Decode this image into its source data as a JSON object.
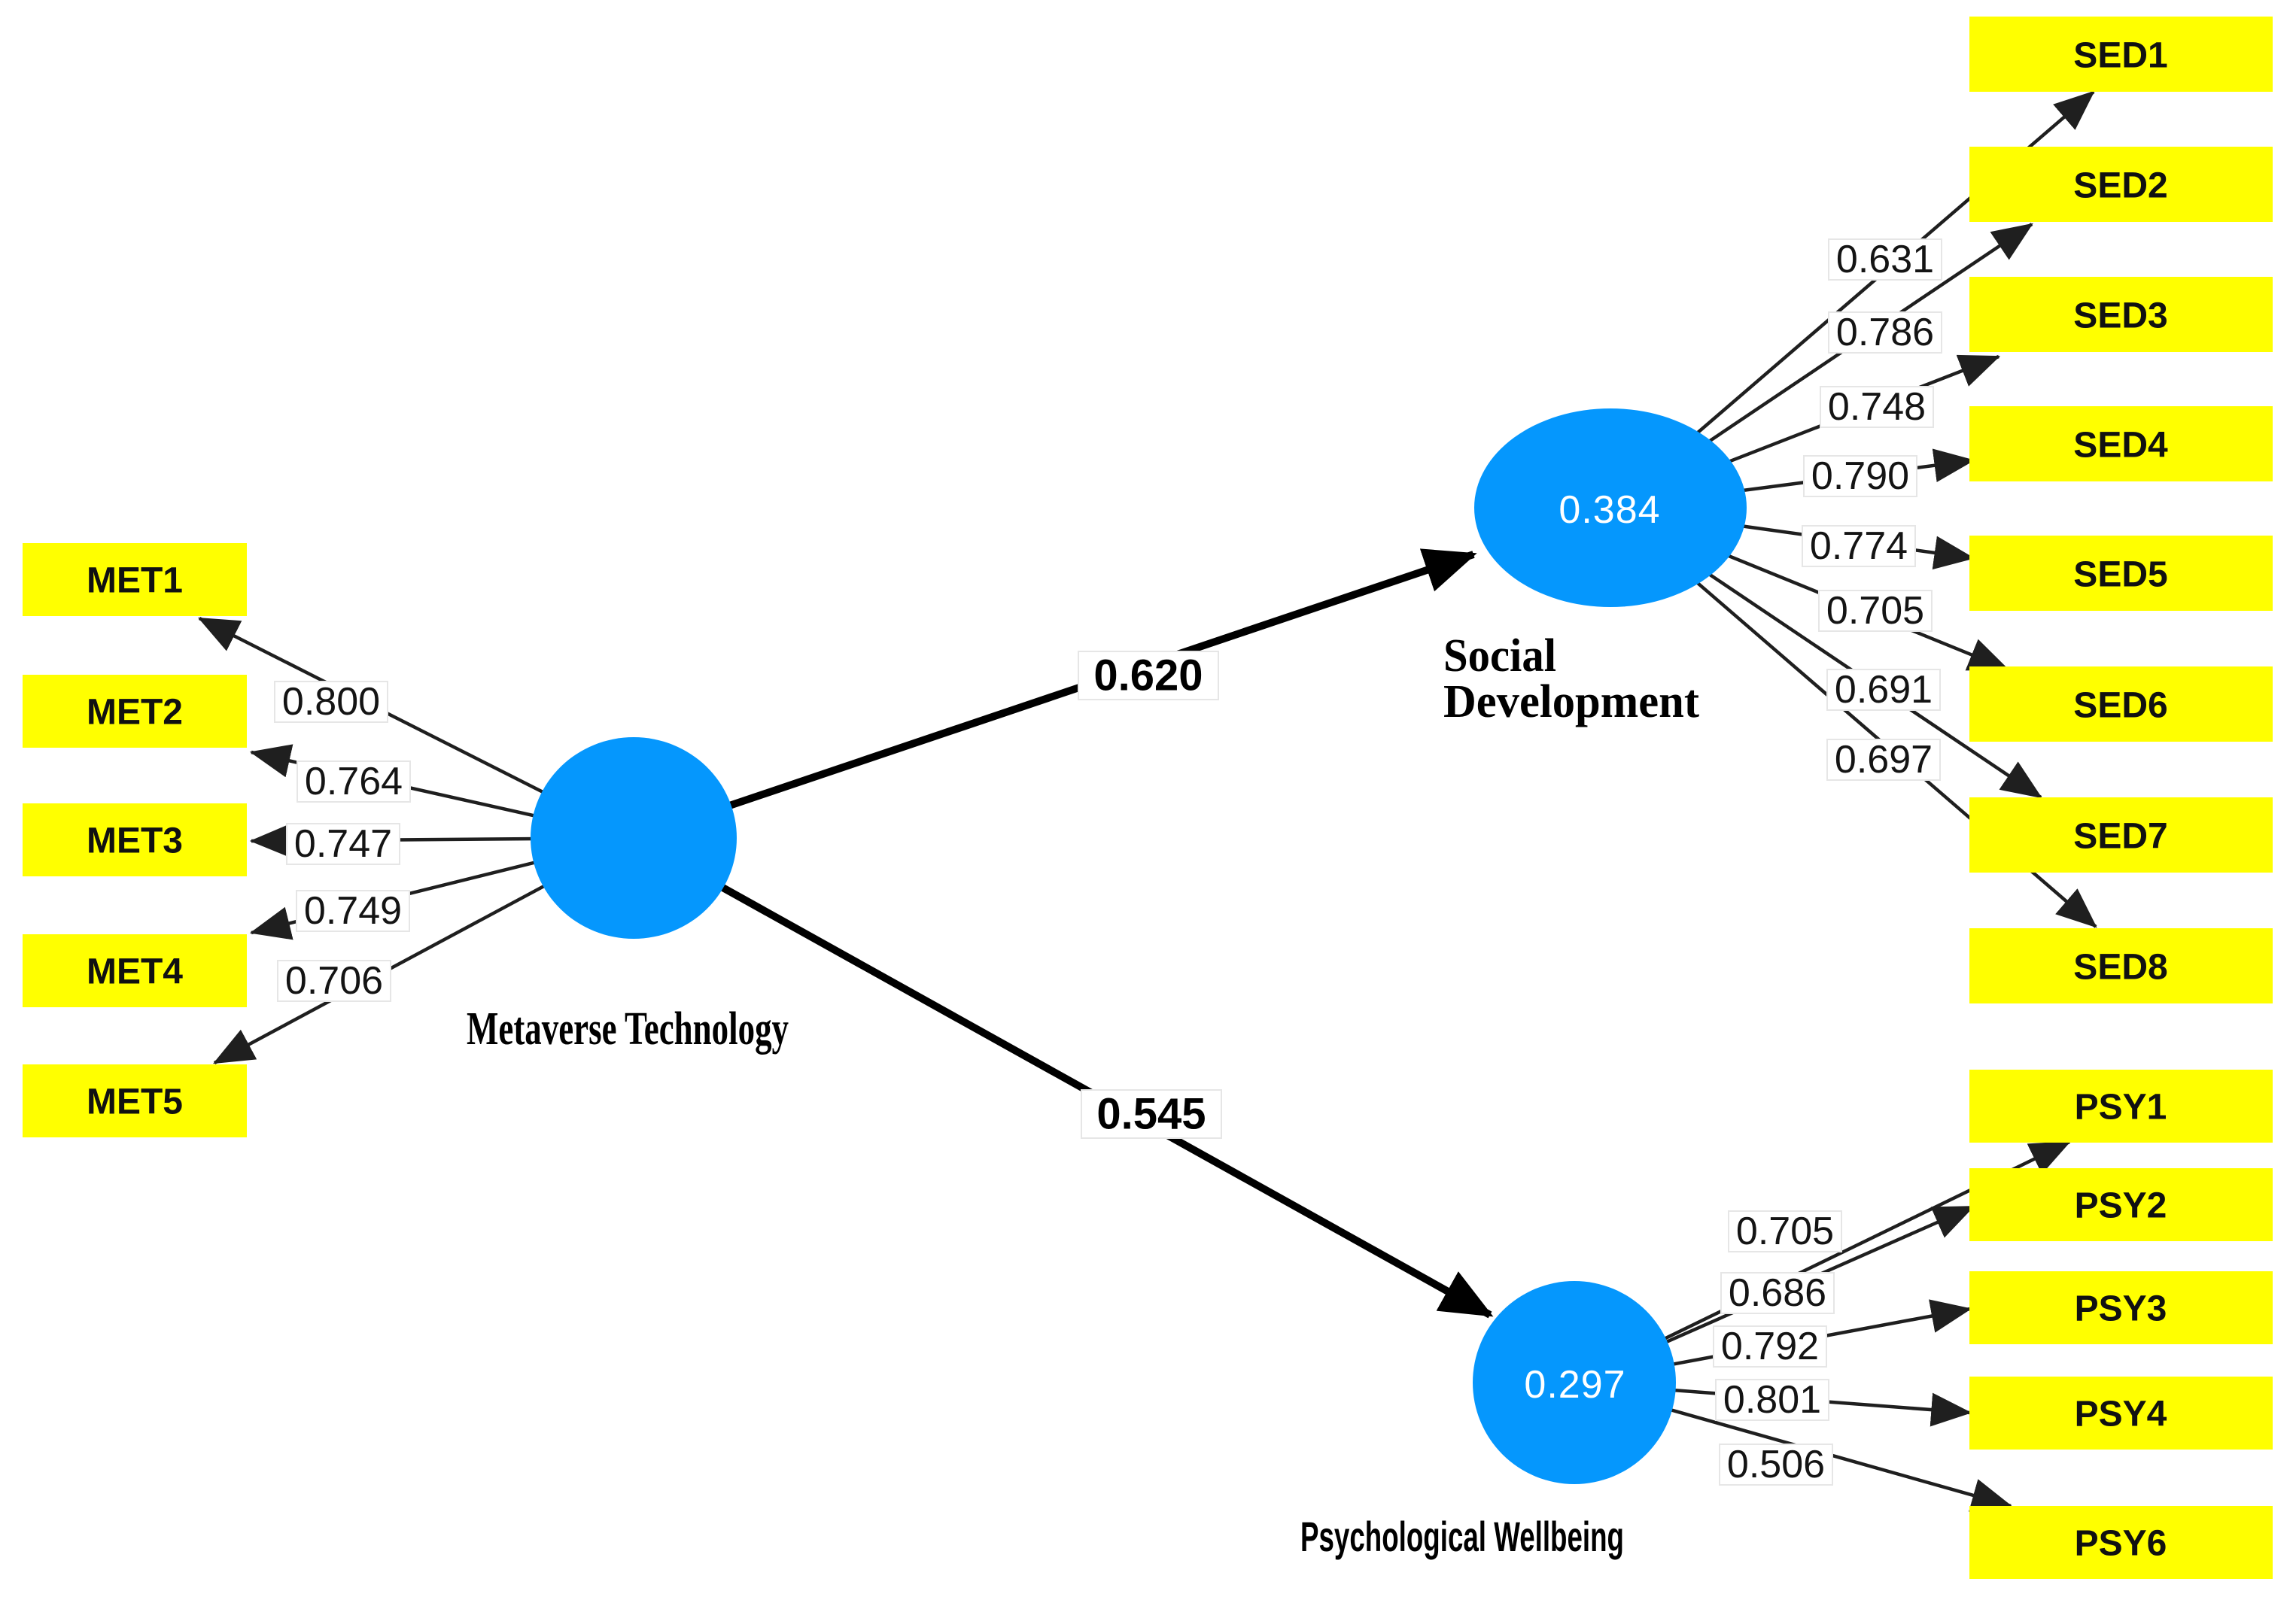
{
  "diagram_type": "PLS-SEM structural model",
  "colors": {
    "background": "#ffffff",
    "construct_fill": "#0597fd",
    "indicator_fill": "#ffff00",
    "line": "#1f1f1f",
    "r2_text": "#ffffff"
  },
  "constructs": {
    "metaverse": {
      "name": "Metaverse Technology"
    },
    "social": {
      "name_line1": "Social",
      "name_line2": "Development",
      "r_squared": "0.384"
    },
    "psychological": {
      "name": "Psychological Wellbeing",
      "r_squared": "0.297"
    }
  },
  "structural_paths": [
    {
      "from": "Metaverse Technology",
      "to": "Social Development",
      "coefficient": "0.620"
    },
    {
      "from": "Metaverse Technology",
      "to": "Psychological Wellbeing",
      "coefficient": "0.545"
    }
  ],
  "indicators": {
    "met": [
      {
        "label": "MET1",
        "loading": "0.800"
      },
      {
        "label": "MET2",
        "loading": "0.764"
      },
      {
        "label": "MET3",
        "loading": "0.747"
      },
      {
        "label": "MET4",
        "loading": "0.749"
      },
      {
        "label": "MET5",
        "loading": "0.706"
      }
    ],
    "sed": [
      {
        "label": "SED1",
        "loading": "0.631"
      },
      {
        "label": "SED2",
        "loading": "0.786"
      },
      {
        "label": "SED3",
        "loading": "0.748"
      },
      {
        "label": "SED4",
        "loading": "0.790"
      },
      {
        "label": "SED5",
        "loading": "0.774"
      },
      {
        "label": "SED6",
        "loading": "0.705"
      },
      {
        "label": "SED7",
        "loading": "0.691"
      },
      {
        "label": "SED8",
        "loading": "0.697"
      }
    ],
    "psy": [
      {
        "label": "PSY1",
        "loading": "0.705"
      },
      {
        "label": "PSY2",
        "loading": "0.686"
      },
      {
        "label": "PSY3",
        "loading": "0.792"
      },
      {
        "label": "PSY4",
        "loading": "0.801"
      },
      {
        "label": "PSY6",
        "loading": "0.506"
      }
    ]
  }
}
